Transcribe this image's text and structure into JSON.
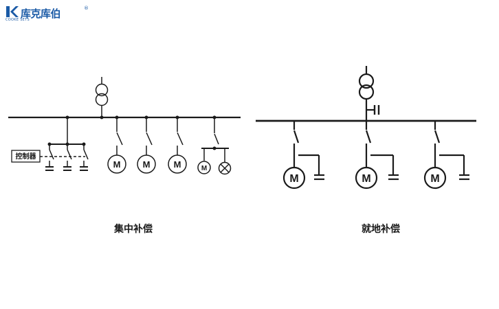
{
  "logo": {
    "name": "库克库伯",
    "registered_mark": "®",
    "tagline": "COOKE SETS",
    "brand_color": "#1a5aa6"
  },
  "left_diagram": {
    "caption": "集中补偿",
    "controller_label": "控制器",
    "motor_symbol": "M"
  },
  "right_diagram": {
    "caption": "就地补偿",
    "motor_symbol": "M"
  },
  "colors": {
    "line": "#1a1a1a",
    "background": "#ffffff"
  }
}
